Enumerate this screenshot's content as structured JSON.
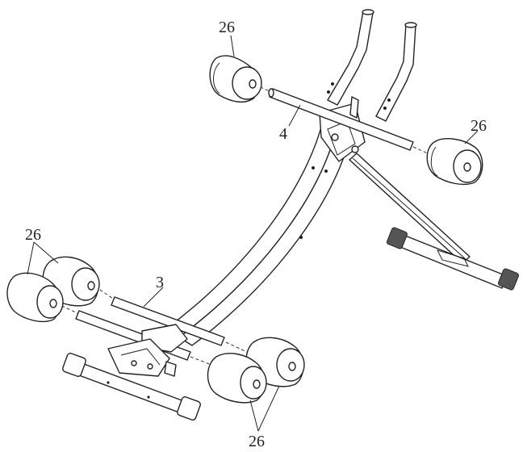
{
  "diagram": {
    "labels": {
      "roller_top_left": "26",
      "roller_top_right": "26",
      "roller_bottom_left": "26",
      "roller_bottom_right": "26",
      "upper_axle": "4",
      "lower_axle": "3"
    }
  }
}
